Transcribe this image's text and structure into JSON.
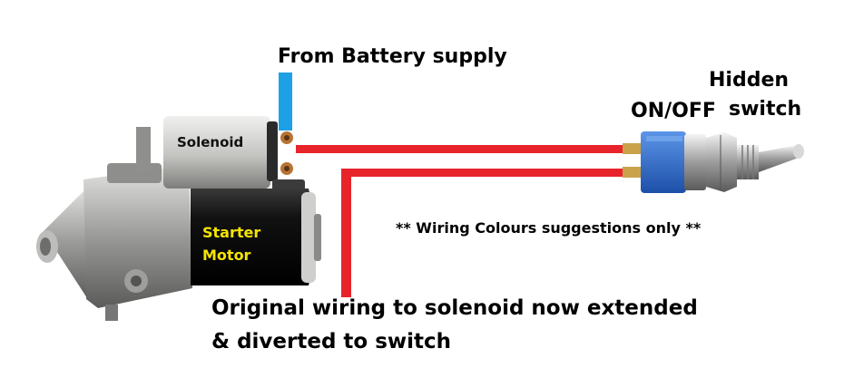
{
  "labels": {
    "battery_supply": "From Battery supply",
    "on_off": "ON/OFF",
    "hidden": "Hidden",
    "switch": "switch",
    "solenoid": "Solenoid",
    "starter": "Starter",
    "motor": "Motor",
    "colours_note": "** Wiring Colours suggestions only **",
    "original_wiring_line1": "Original wiring to solenoid now extended",
    "original_wiring_line2": "& diverted to switch"
  },
  "colors": {
    "battery_wire": "#1ea0e6",
    "switch_wires": "#e8242b",
    "starter_text": "#f5e400",
    "motor_body": "#151515",
    "solenoid_body": "#c9c9c6",
    "switch_base": "#2f6fd0"
  },
  "icons": {
    "starter_motor": "starter-motor-icon",
    "toggle_switch": "toggle-switch-icon"
  }
}
